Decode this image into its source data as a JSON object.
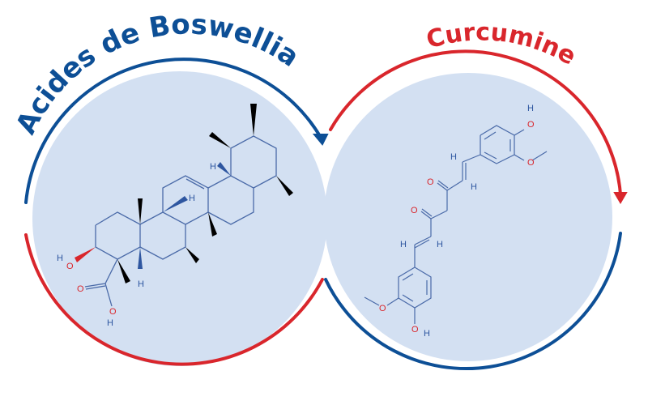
{
  "diagram": {
    "left": {
      "title": "Acides de Boswellia",
      "color": "#0d4f96",
      "molecule": "boswellic-acid",
      "atom_labels": {
        "h1": "H",
        "h2": "H",
        "h3": "H",
        "ho_h": "H",
        "ho_o": "O",
        "cooh_o1": "O",
        "cooh_o2": "O",
        "cooh_h": "H"
      }
    },
    "right": {
      "title": "Curcumine",
      "color": "#d9262c",
      "molecule": "curcumin",
      "atom_labels": {
        "o_top_oh": "O",
        "h_top_oh": "H",
        "o_top_ome": "O",
        "h_v1": "H",
        "h_v2": "H",
        "o_k1": "O",
        "o_k2": "O",
        "h_v3": "H",
        "h_v4": "H",
        "o_bot_ome": "O",
        "o_bot_oh": "O",
        "h_bot_oh": "H"
      }
    },
    "fill_color": "#d3e0f2",
    "bond_color": "#4a6aa8",
    "hetero_color": "#d9262c"
  }
}
